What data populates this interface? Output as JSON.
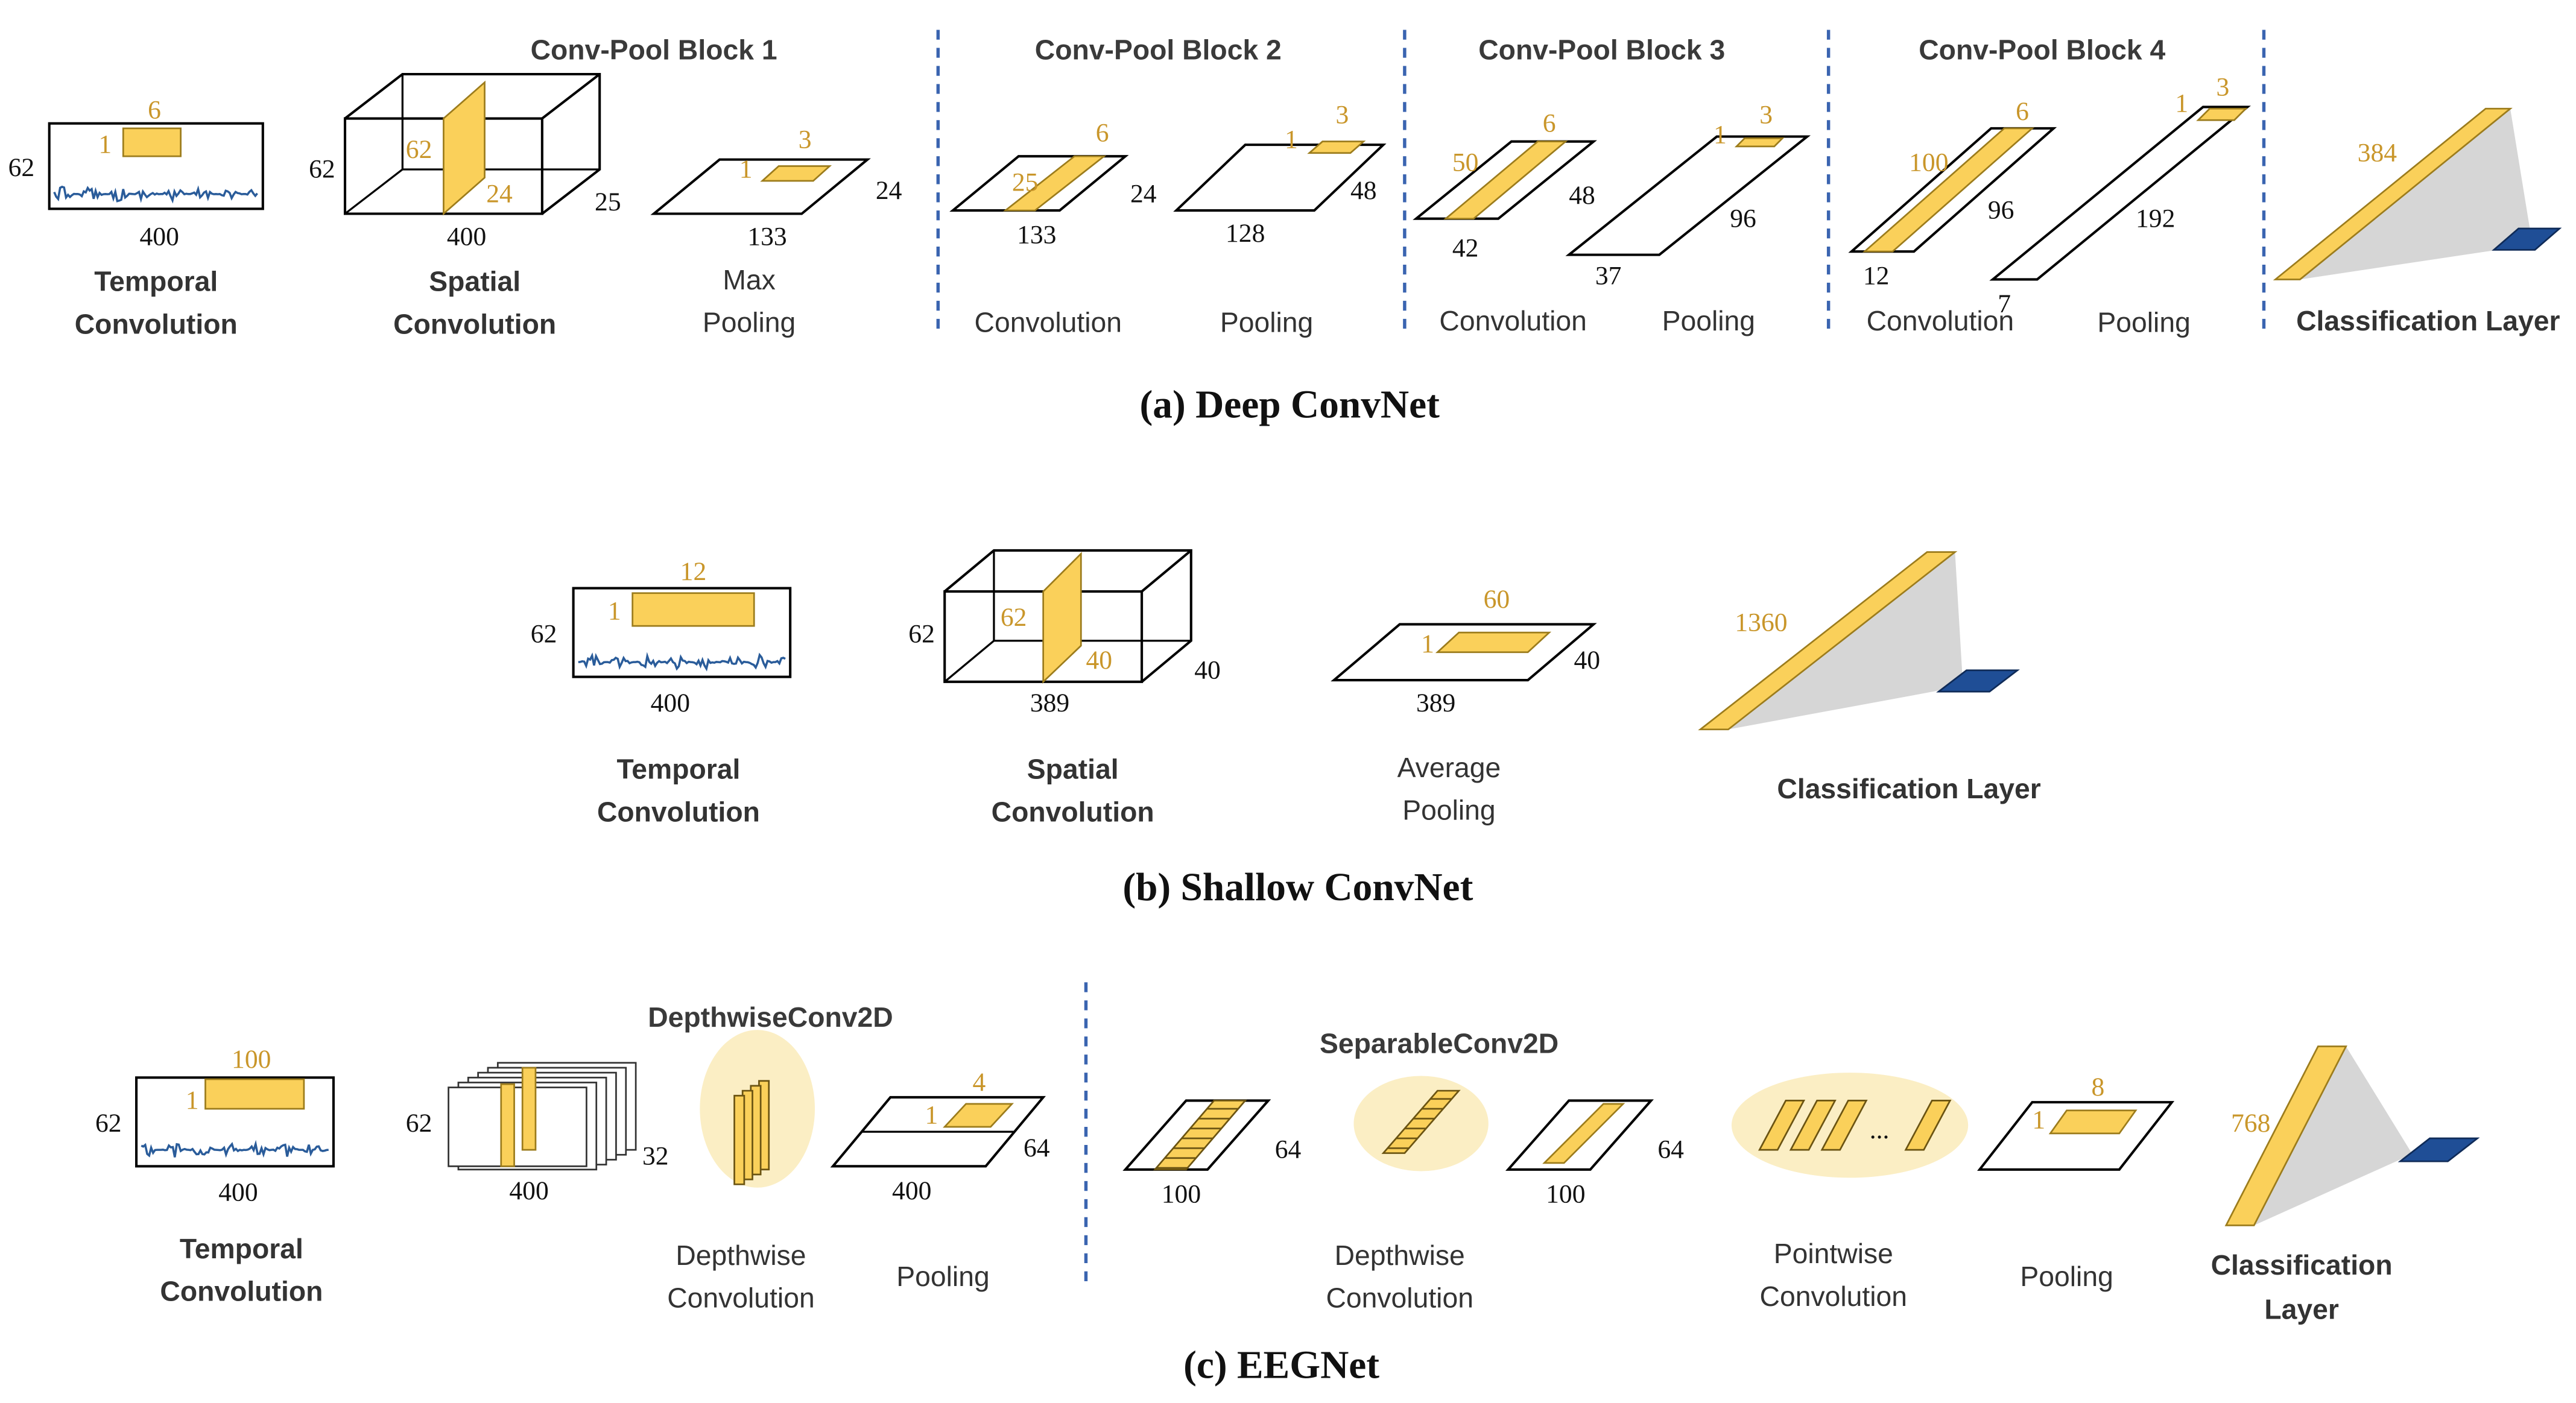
{
  "colors": {
    "fill": "#FAD05A",
    "fill_stroke": "#9C7C1C",
    "orange_text": "#C9962A",
    "box_stroke": "#000000",
    "signal": "#2A5C9A",
    "classifier_blue": "#1F4E96",
    "classifier_grey": "#D6D6D6",
    "divider": "#3A64B0",
    "highlight_oval": "#FBEEC4"
  },
  "deep": {
    "caption": "(a) Deep ConvNet",
    "block1": "Conv-Pool Block 1",
    "block2": "Conv-Pool Block 2",
    "block3": "Conv-Pool Block 3",
    "block4": "Conv-Pool Block 4",
    "temporal": {
      "height": "62",
      "width": "400",
      "kernel_h": "1",
      "kernel_w": "6",
      "label1": "Temporal",
      "label2": "Convolution"
    },
    "spatial": {
      "height": "62",
      "width": "400",
      "depth": "25",
      "kernel_h": "62",
      "kernel_d": "24",
      "label1": "Spatial",
      "label2": "Convolution"
    },
    "maxpool": {
      "width": "133",
      "depth": "24",
      "k1": "1",
      "k2": "3",
      "label1": "Max",
      "label2": "Pooling"
    },
    "conv2": {
      "width": "133",
      "depth": "24",
      "k1": "25",
      "k2": "6",
      "label": "Convolution"
    },
    "pool2": {
      "width": "128",
      "depth": "48",
      "k1": "1",
      "k2": "3",
      "label": "Pooling"
    },
    "conv3": {
      "width": "42",
      "depth": "48",
      "k1": "50",
      "k2": "6",
      "label": "Convolution"
    },
    "pool3": {
      "width": "37",
      "depth": "96",
      "k1": "1",
      "k2": "3",
      "label": "Pooling"
    },
    "conv4": {
      "width": "12",
      "depth": "96",
      "k1": "100",
      "k2": "6",
      "label": "Convolution"
    },
    "pool4": {
      "width": "7",
      "depth": "192",
      "k1": "1",
      "k2": "3",
      "label": "Pooling"
    },
    "classifier": {
      "value": "384",
      "label": "Classification Layer"
    }
  },
  "shallow": {
    "caption": "(b) Shallow ConvNet",
    "temporal": {
      "height": "62",
      "width": "400",
      "kernel_h": "1",
      "kernel_w": "12",
      "label1": "Temporal",
      "label2": "Convolution"
    },
    "spatial": {
      "height": "62",
      "width": "389",
      "depth": "40",
      "kernel_h": "62",
      "kernel_d": "40",
      "label1": "Spatial",
      "label2": "Convolution"
    },
    "avgpool": {
      "width": "389",
      "depth": "40",
      "k1": "1",
      "k2": "60",
      "label1": "Average",
      "label2": "Pooling"
    },
    "classifier": {
      "value": "1360",
      "label": "Classification Layer"
    }
  },
  "eegnet": {
    "caption": "(c) EEGNet",
    "depthwise_title": "DepthwiseConv2D",
    "separable_title": "SeparableConv2D",
    "temporal": {
      "height": "62",
      "width": "400",
      "kernel_h": "1",
      "kernel_w": "100",
      "label1": "Temporal",
      "label2": "Convolution"
    },
    "stack": {
      "height": "62",
      "width": "400",
      "depth": "32"
    },
    "depthwise": {
      "label1": "Depthwise",
      "label2": "Convolution"
    },
    "pool1": {
      "width": "400",
      "depth": "64",
      "k1": "1",
      "k2": "4",
      "label": "Pooling"
    },
    "sep_in": {
      "width": "100",
      "depth": "64"
    },
    "sep_depthwise": {
      "label1": "Depthwise",
      "label2": "Convolution"
    },
    "sep_out": {
      "width": "100",
      "depth": "64"
    },
    "pointwise": {
      "ellipsis": "...",
      "label1": "Pointwise",
      "label2": "Convolution"
    },
    "pool2": {
      "k1": "1",
      "k2": "8",
      "label": "Pooling"
    },
    "classifier": {
      "value": "768",
      "label1": "Classification",
      "label2": "Layer"
    }
  }
}
